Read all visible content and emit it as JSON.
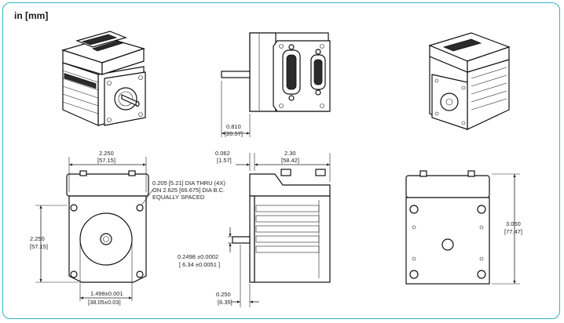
{
  "units_label": "in [mm]",
  "dimensions": {
    "front_width": {
      "in": "2.250",
      "mm": "[57.15]"
    },
    "front_height": {
      "in": "2.250",
      "mm": "[57.15]"
    },
    "hole_note": {
      "line1": "0.205 [5.21] DIA THRU (4X)",
      "line2": "ON 2.625 [66.675] DIA B.C.",
      "line3": "EQUALLY SPACED"
    },
    "pilot_dia": {
      "in": "1.498±0.001",
      "mm": "[38.05±0.03]"
    },
    "shaft_length": {
      "in": "0.810",
      "mm": "[20.57]"
    },
    "flange_thickness": {
      "in": "0.062",
      "mm": "[1.57]"
    },
    "body_length": {
      "in": "2.30",
      "mm": "[58.42]"
    },
    "shaft_dia": {
      "in": "0.2498  ±0.0002",
      "mm": "[ 6.34 ±0.0051 ]"
    },
    "shaft_offset": {
      "in": "0.250",
      "mm": "[6.35]"
    },
    "rear_height": {
      "in": "3.050",
      "mm": "[77.47]"
    }
  },
  "colors": {
    "frame": "#34b3c4",
    "ink": "#222222",
    "body_fill": "#ffffff",
    "dark": "#2b2b2b"
  }
}
